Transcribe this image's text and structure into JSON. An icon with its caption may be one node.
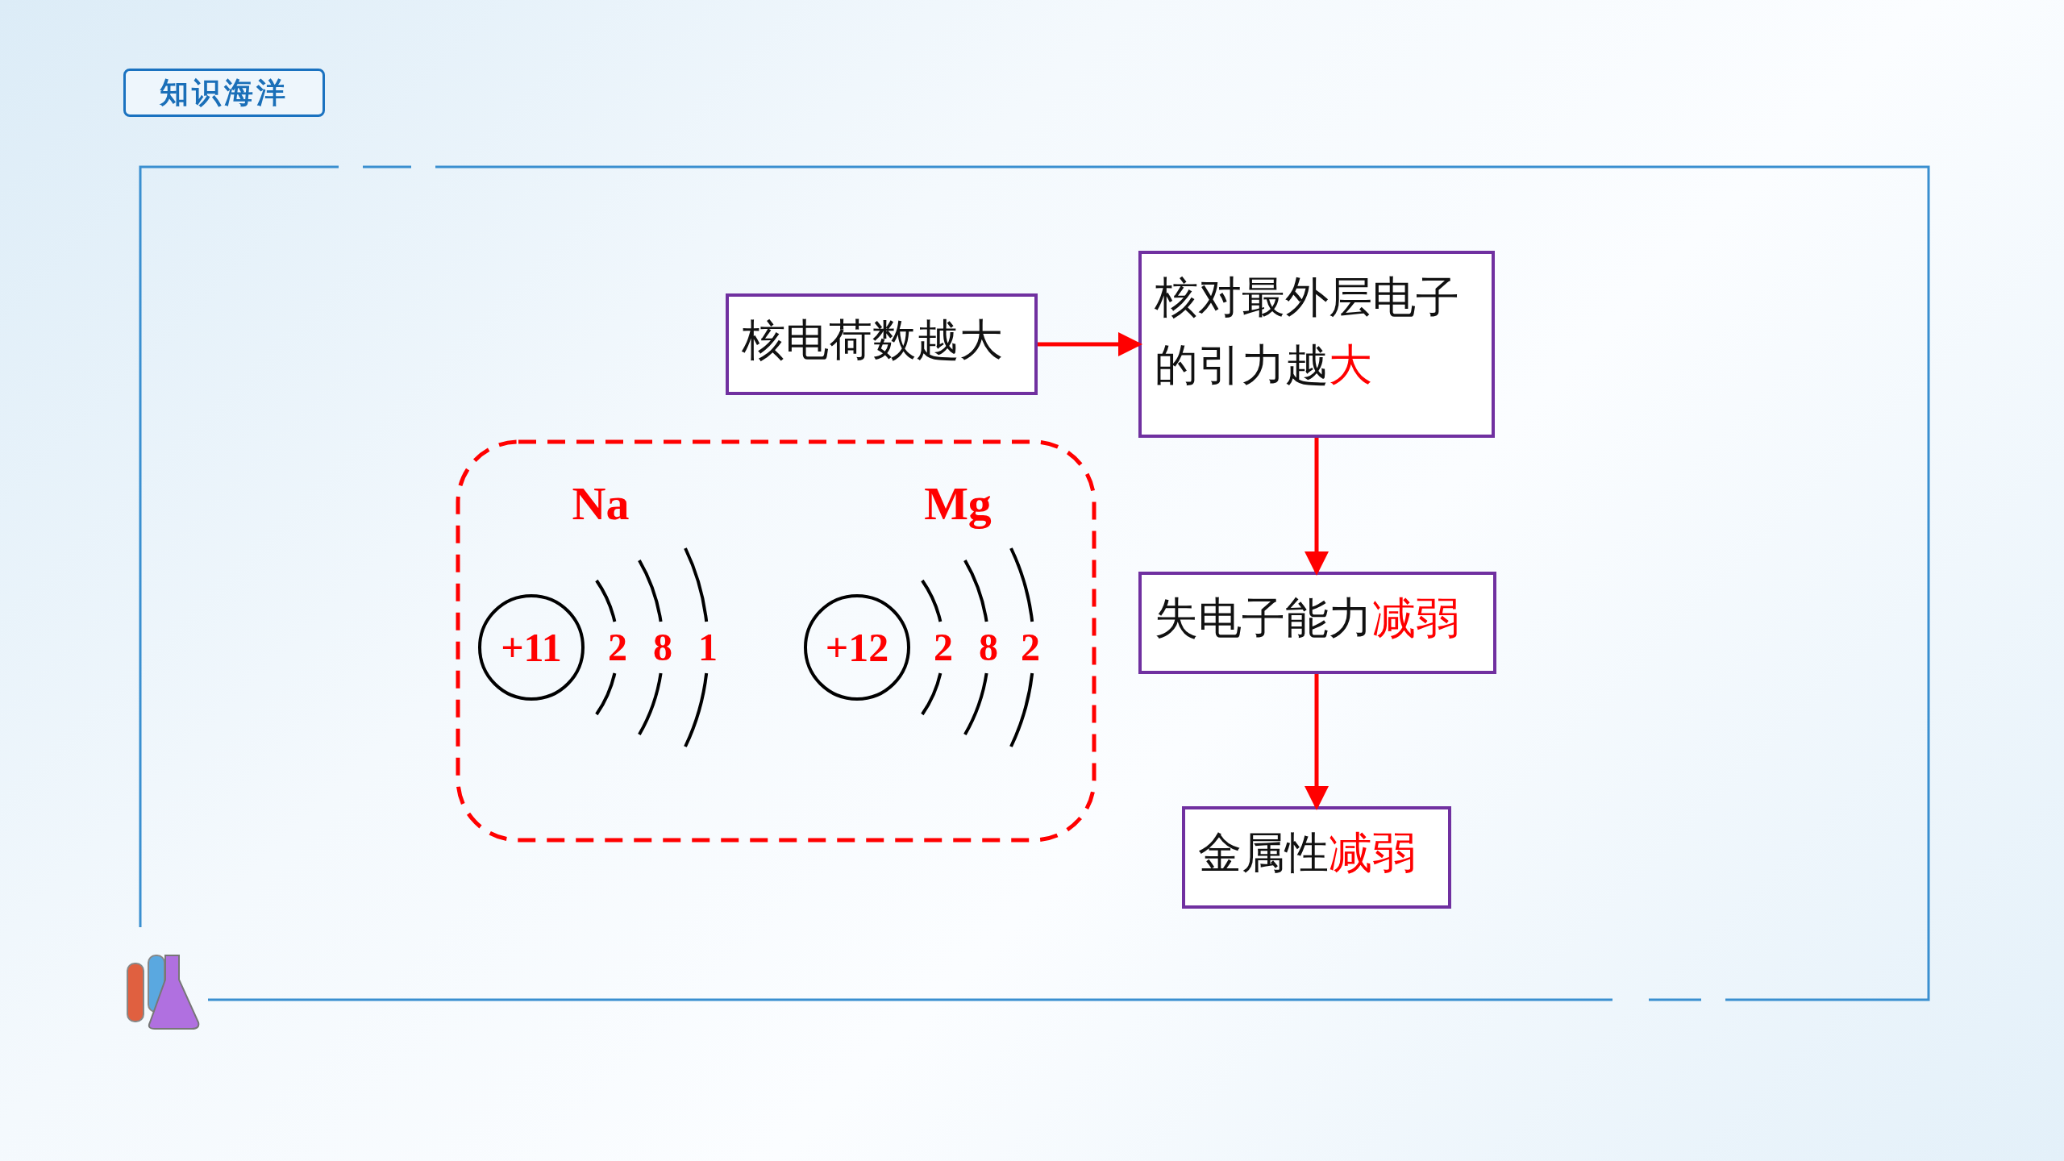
{
  "diagram": {
    "title": "知识海洋",
    "nodes": [
      {
        "text": [
          "核电荷数越大"
        ]
      },
      {
        "text": [
          "核对最外层电子的引力越",
          "大"
        ]
      },
      {
        "text": [
          "失电子能力",
          "减弱"
        ]
      },
      {
        "text": [
          "金属性",
          "减弱"
        ]
      },
      {
        "text": [],
        "shape": "box"
      },
      {
        "text": [
          "+11"
        ],
        "in": 4
      },
      {
        "text": [
          "+12"
        ],
        "in": 4
      }
    ],
    "edges": [
      {
        "from": 0,
        "to": 1,
        "arrow": "to",
        "color": "#ff0000"
      },
      {
        "from": 1,
        "to": 2,
        "arrow": "to",
        "color": "#ff0000"
      },
      {
        "from": 2,
        "to": 3,
        "arrow": "to",
        "color": "#ff0000"
      }
    ],
    "labels": [
      "Na",
      "2",
      "8",
      "1",
      "Mg",
      "2",
      "8",
      "2"
    ]
  }
}
